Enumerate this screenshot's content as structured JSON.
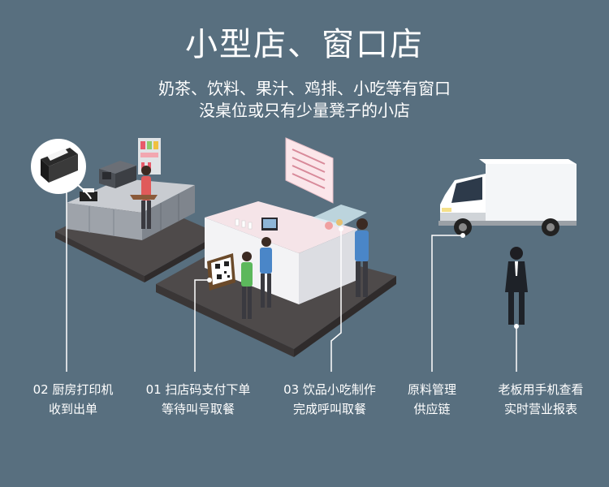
{
  "header": {
    "title": "小型店、窗口店",
    "subtitle_line1": "奶茶、饮料、果汁、鸡排、小吃等有窗口",
    "subtitle_line2": "没桌位或只有少量凳子的小店"
  },
  "steps": [
    {
      "line1": "02 厨房打印机",
      "line2": "收到出单"
    },
    {
      "line1": "01 扫店码支付下单",
      "line2": "等待叫号取餐"
    },
    {
      "line1": "03 饮品小吃制作",
      "line2": "完成呼叫取餐"
    },
    {
      "line1": "原料管理",
      "line2": "供应链"
    },
    {
      "line1": "老板用手机查看",
      "line2": "实时营业报表"
    }
  ],
  "colors": {
    "background": "#586f7f",
    "floor": "#4e4a4a",
    "text": "#ffffff",
    "counter": "#f3f3f5",
    "staff_shirt": "#4a86c8",
    "customer_shirt": "#5cb85c"
  }
}
